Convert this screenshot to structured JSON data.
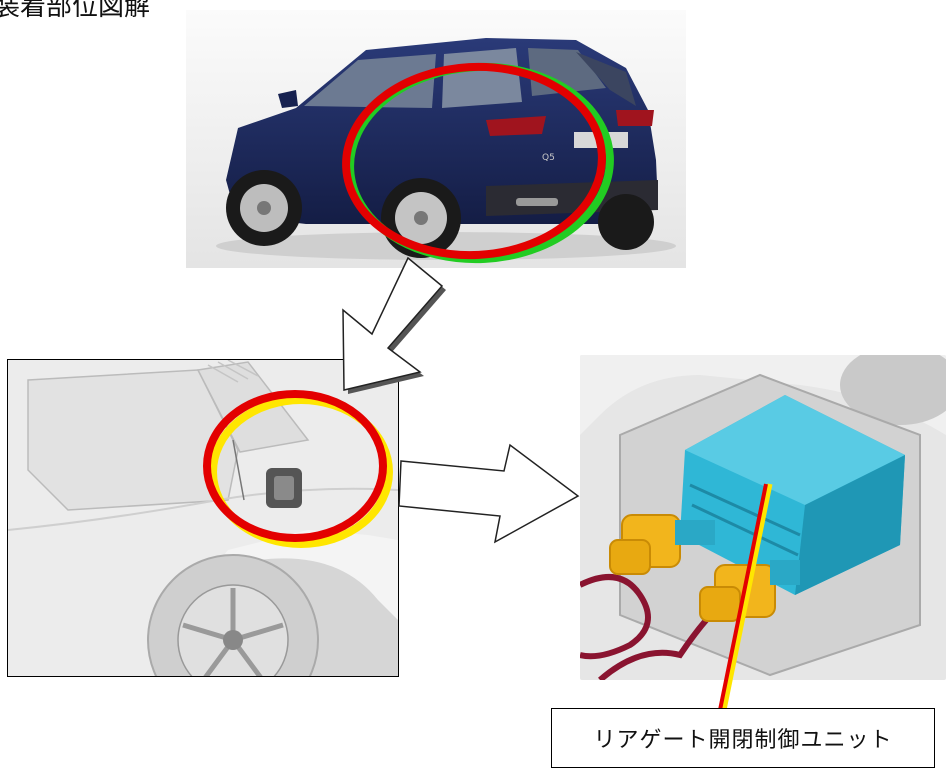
{
  "heading": "装着部位図解",
  "callout_label": "リアゲート開閉制御ユニット",
  "car_badge": "Q5",
  "colors": {
    "red_ring": "#e30000",
    "green_ring": "#22cc22",
    "yellow_ring": "#ffe600",
    "car_body": "#1c2a5e",
    "control_unit": "#2fb7d6",
    "connector": "#f2b51c",
    "wire": "#8a1430"
  },
  "icons": {
    "arrow_down": "outline-arrow-down-left",
    "arrow_right": "outline-arrow-right"
  }
}
